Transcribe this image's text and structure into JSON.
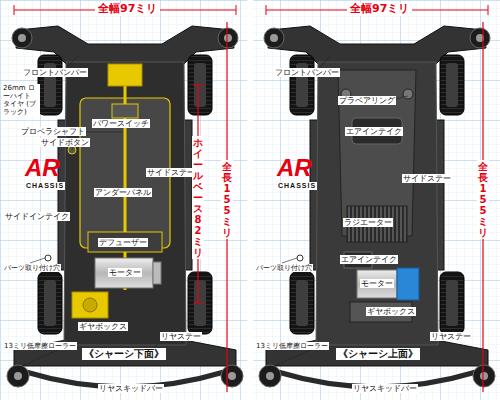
{
  "diagram": {
    "labels": [
      "全幅97ミリ",
      "フロントバンパー",
      "26mm ローハイト タイヤ (ブラック)",
      "パワースイッチ",
      "プロペラシャフト",
      "サイドボタン",
      "AR",
      "CHASSIS",
      "サイドステー",
      "ホイールベース82ミリ",
      "全長155ミリ",
      "アンダーパネル",
      "サイドインテイク",
      "パーツ取り付け穴",
      "デフューザー",
      "モーター",
      "ギヤボックス",
      "13ミリ低摩擦ローラー",
      "リヤステー",
      "《シャーシ下面》",
      "リヤスキッドバー",
      "全幅97ミリ",
      "フロントバンパー",
      "プラベアリング",
      "エアインテイク",
      "AR",
      "CHASSIS",
      "サイドステー",
      "全長155ミリ",
      "ラジエーター",
      "パーツ取り付け穴",
      "エアインテイク",
      "モーター",
      "ギヤボックス",
      "13ミリ低摩擦ローラー",
      "リヤステー",
      "《シャーシ上面》",
      "リヤスキッドバー"
    ]
  }
}
